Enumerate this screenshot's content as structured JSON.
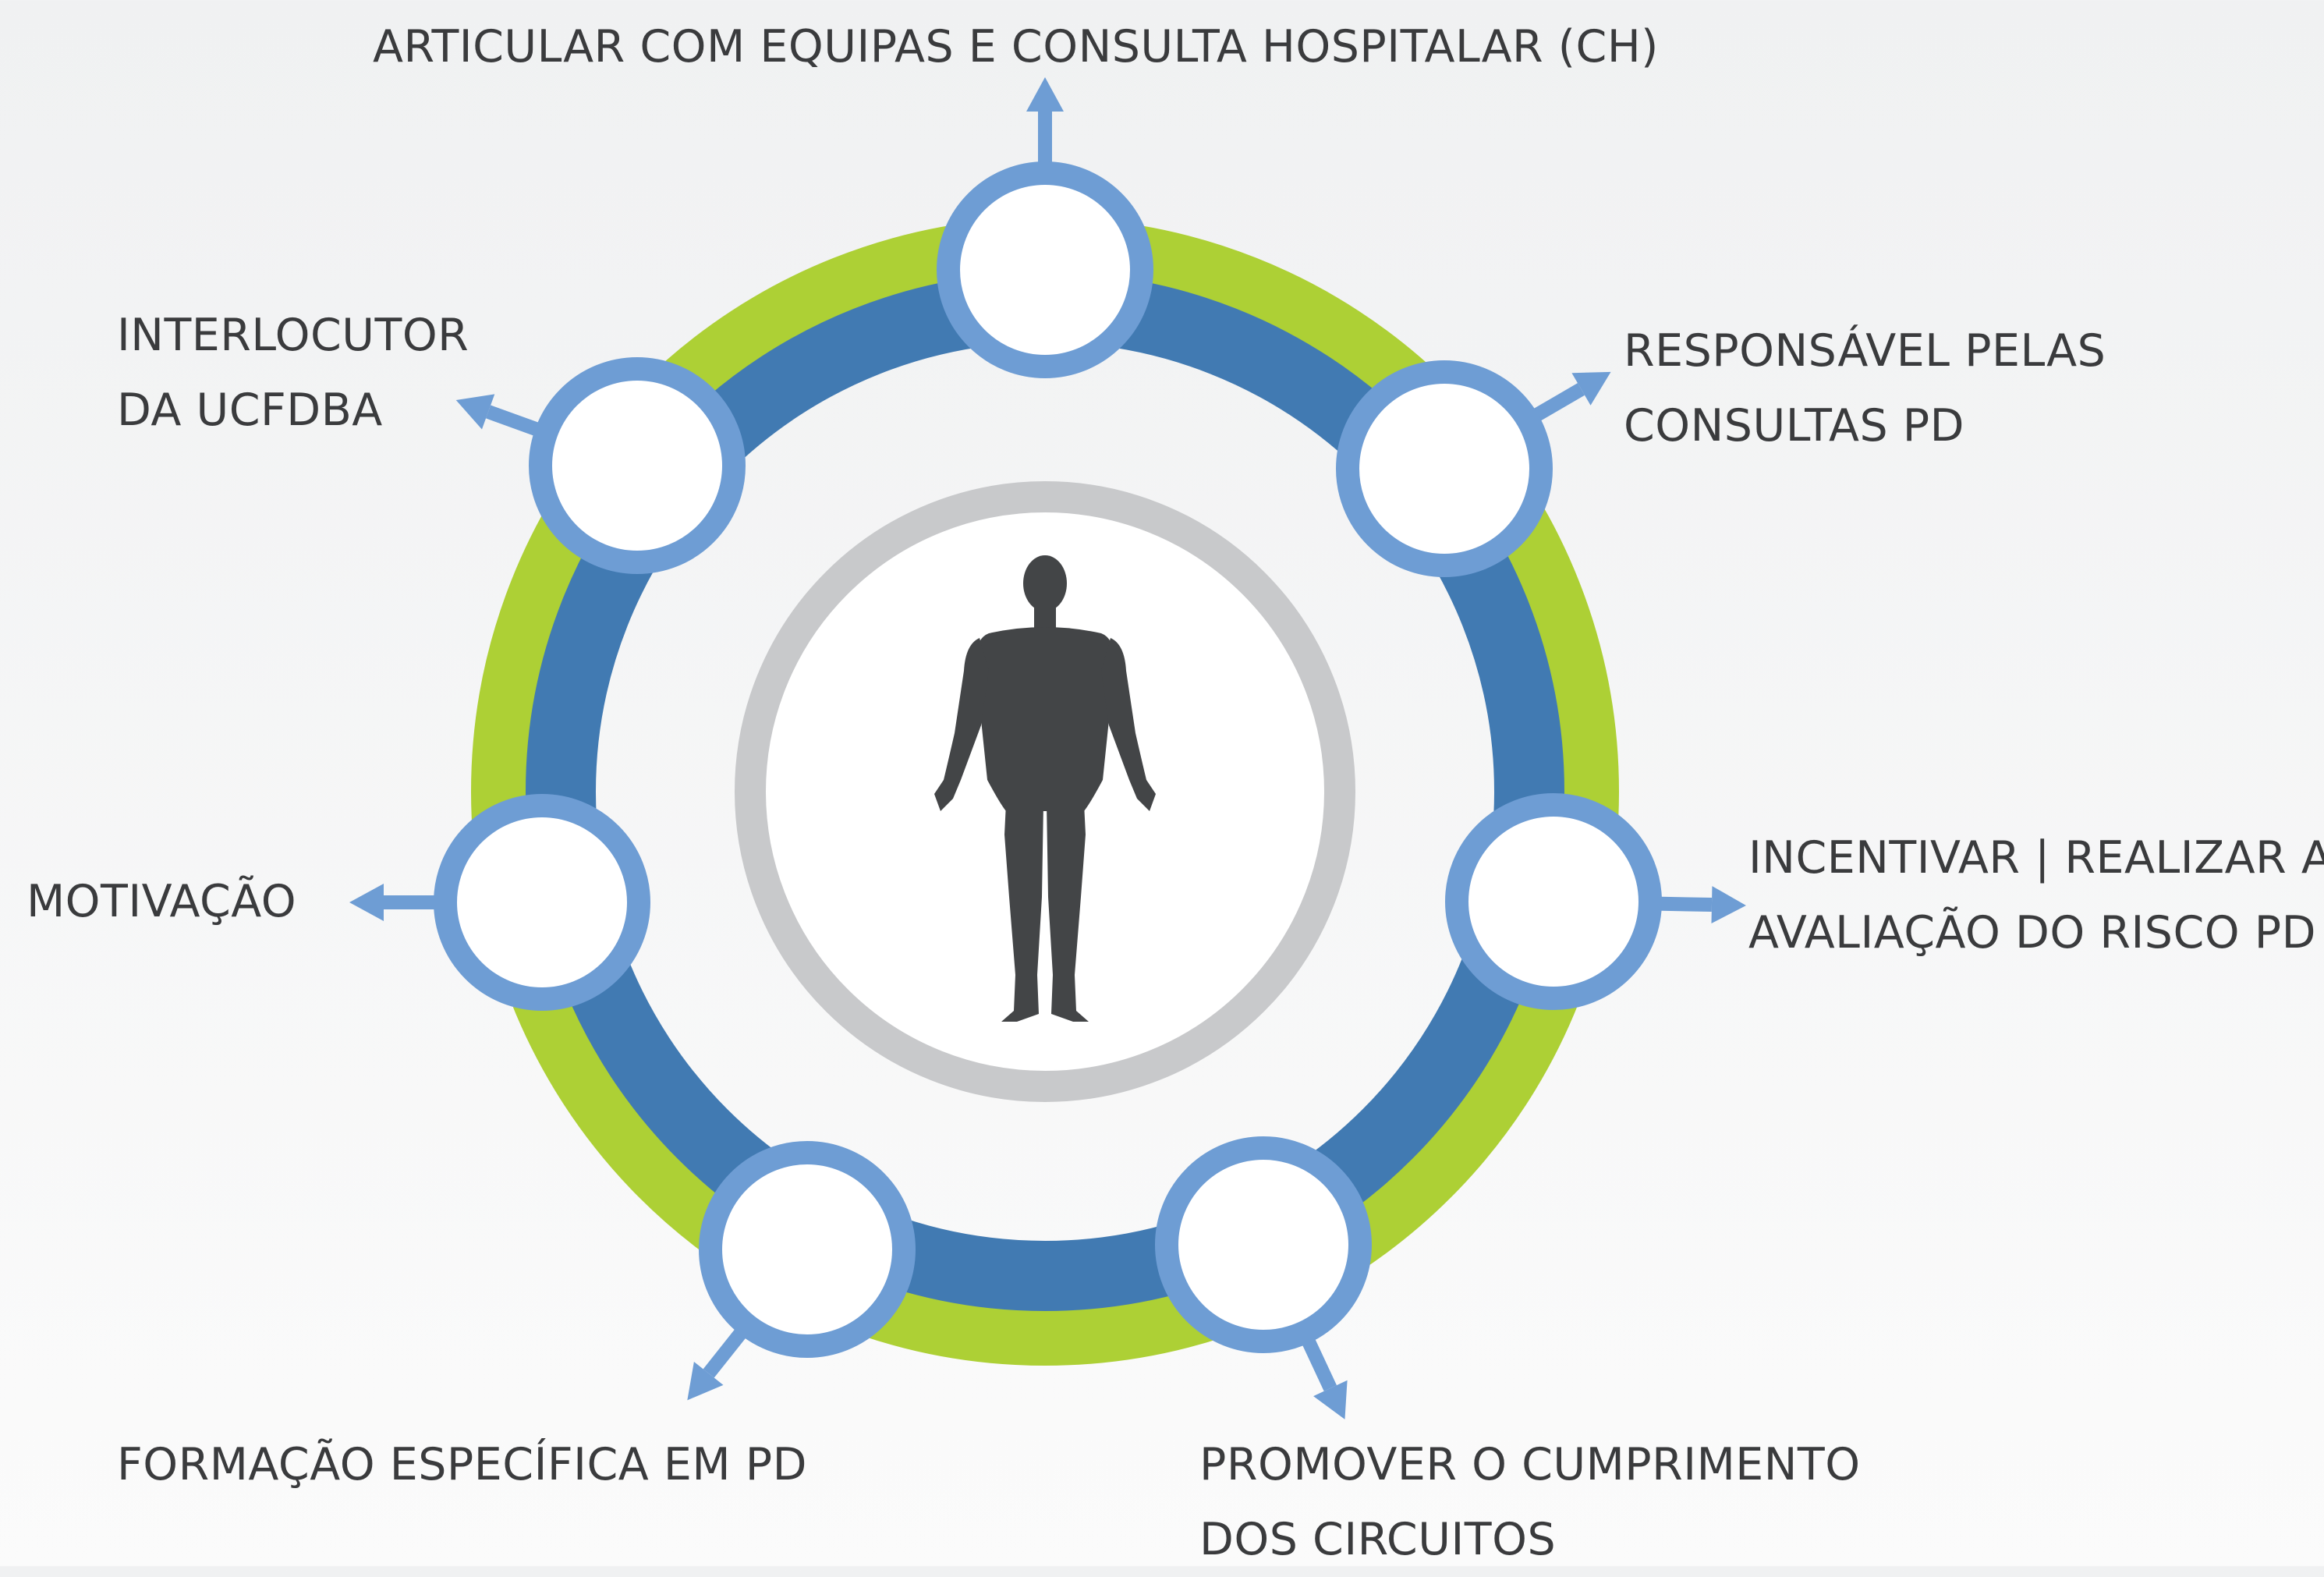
{
  "colors": {
    "outer_ring": "#add035",
    "middle_ring": "#417ab2",
    "node_border": "#6e9dd4",
    "arrow": "#6e9dd4",
    "inner_ring": "#c8c9cb",
    "center_fill": "#ffffff",
    "figure": "#434547",
    "text": "#3a3b3d"
  },
  "center": {
    "icon": "human-figure-icon"
  },
  "nodes": [
    {
      "id": "top",
      "lines": [
        "ARTICULAR COM EQUIPAS E CONSULTA HOSPITALAR (CH)"
      ]
    },
    {
      "id": "top-right",
      "lines": [
        "RESPONSÁVEL PELAS",
        "CONSULTAS PD"
      ]
    },
    {
      "id": "right",
      "lines": [
        "INCENTIVAR | REALIZAR A",
        "AVALIAÇÃO DO RISCO PD"
      ]
    },
    {
      "id": "bottom-right",
      "lines": [
        "PROMOVER O CUMPRIMENTO",
        "DOS CIRCUITOS"
      ]
    },
    {
      "id": "bottom-left",
      "lines": [
        "FORMAÇÃO ESPECÍFICA EM PD"
      ]
    },
    {
      "id": "left",
      "lines": [
        "MOTIVAÇÃO"
      ]
    },
    {
      "id": "top-left",
      "lines": [
        "INTERLOCUTOR",
        "DA UCFDBA"
      ]
    }
  ]
}
